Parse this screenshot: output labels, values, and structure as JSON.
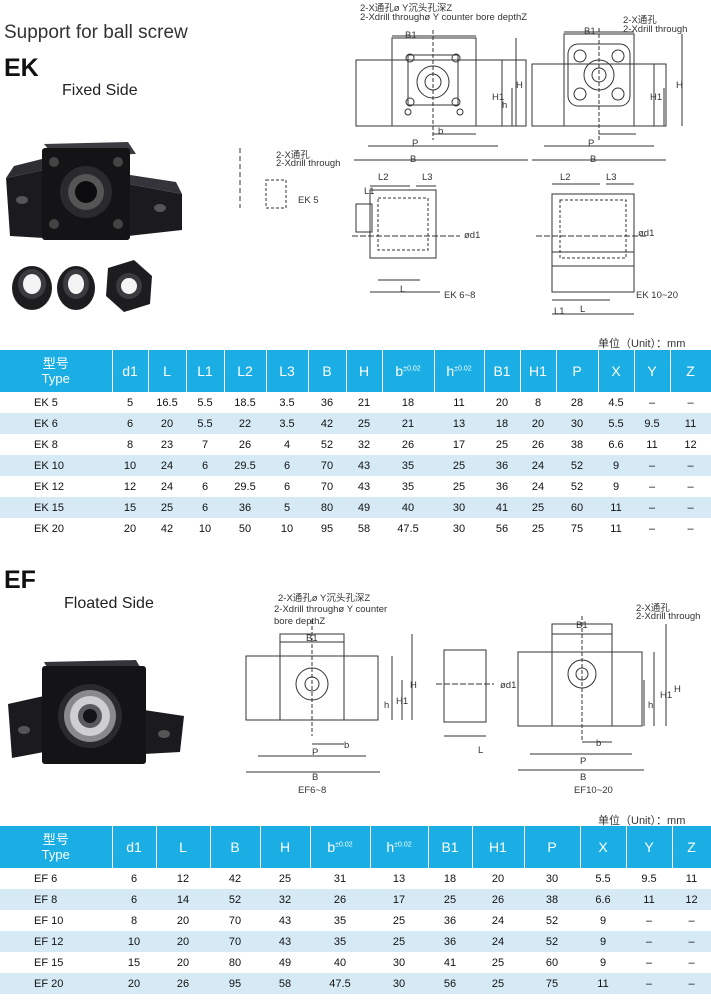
{
  "page": {
    "title": "Support for ball screw",
    "unit_label": "单位（Unit）：mm"
  },
  "ek": {
    "heading": "EK",
    "subtitle": "Fixed Side",
    "labels": {
      "hole_cn_cb": "2-X通孔ø Y沉头孔深Z",
      "hole_en_cb": "2-Xdrill throughø Y counter bore depthZ",
      "hole_cn": "2-X通孔",
      "hole_en": "2-Xdrill through",
      "ek5": "EK 5",
      "ek68": "EK 6~8",
      "ek1020": "EK 10~20"
    },
    "columns": [
      "型号 Type",
      "d1",
      "L",
      "L1",
      "L2",
      "L3",
      "B",
      "H",
      "b±0.02",
      "h±0.02",
      "B1",
      "H1",
      "P",
      "X",
      "Y",
      "Z"
    ],
    "rows": [
      [
        "EK  5",
        "5",
        "16.5",
        "5.5",
        "18.5",
        "3.5",
        "36",
        "21",
        "18",
        "11",
        "20",
        "8",
        "28",
        "4.5",
        "–",
        "–"
      ],
      [
        "EK  6",
        "6",
        "20",
        "5.5",
        "22",
        "3.5",
        "42",
        "25",
        "21",
        "13",
        "18",
        "20",
        "30",
        "5.5",
        "9.5",
        "11"
      ],
      [
        "EK  8",
        "8",
        "23",
        "7",
        "26",
        "4",
        "52",
        "32",
        "26",
        "17",
        "25",
        "26",
        "38",
        "6.6",
        "11",
        "12"
      ],
      [
        "EK  10",
        "10",
        "24",
        "6",
        "29.5",
        "6",
        "70",
        "43",
        "35",
        "25",
        "36",
        "24",
        "52",
        "9",
        "–",
        "–"
      ],
      [
        "EK  12",
        "12",
        "24",
        "6",
        "29.5",
        "6",
        "70",
        "43",
        "35",
        "25",
        "36",
        "24",
        "52",
        "9",
        "–",
        "–"
      ],
      [
        "EK  15",
        "15",
        "25",
        "6",
        "36",
        "5",
        "80",
        "49",
        "40",
        "30",
        "41",
        "25",
        "60",
        "11",
        "–",
        "–"
      ],
      [
        "EK  20",
        "20",
        "42",
        "10",
        "50",
        "10",
        "95",
        "58",
        "47.5",
        "30",
        "56",
        "25",
        "75",
        "11",
        "–",
        "–"
      ]
    ]
  },
  "ef": {
    "heading": "EF",
    "subtitle": "Floated Side",
    "labels": {
      "hole_cn_cb": "2-X通孔ø Y沉头孔深Z",
      "hole_en_cb1": "2-Xdrill throughø Y counter",
      "hole_en_cb2": "bore depthZ",
      "hole_cn": "2-X通孔",
      "hole_en": "2-Xdrill through",
      "ef68": "EF6~8",
      "ef1020": "EF10~20"
    },
    "columns": [
      "型号 Type",
      "d1",
      "L",
      "B",
      "H",
      "b±0.02",
      "h±0.02",
      "B1",
      "H1",
      "P",
      "X",
      "Y",
      "Z"
    ],
    "rows": [
      [
        "EF  6",
        "6",
        "12",
        "42",
        "25",
        "31",
        "13",
        "18",
        "20",
        "30",
        "5.5",
        "9.5",
        "11"
      ],
      [
        "EF  8",
        "6",
        "14",
        "52",
        "32",
        "26",
        "17",
        "25",
        "26",
        "38",
        "6.6",
        "11",
        "12"
      ],
      [
        "EF  10",
        "8",
        "20",
        "70",
        "43",
        "35",
        "25",
        "36",
        "24",
        "52",
        "9",
        "–",
        "–"
      ],
      [
        "EF  12",
        "10",
        "20",
        "70",
        "43",
        "35",
        "25",
        "36",
        "24",
        "52",
        "9",
        "–",
        "–"
      ],
      [
        "EF  15",
        "15",
        "20",
        "80",
        "49",
        "40",
        "30",
        "41",
        "25",
        "60",
        "9",
        "–",
        "–"
      ],
      [
        "EF  20",
        "20",
        "26",
        "95",
        "58",
        "47.5",
        "30",
        "56",
        "25",
        "75",
        "11",
        "–",
        "–"
      ]
    ]
  },
  "dims": {
    "B1": "B1",
    "H": "H",
    "H1": "H1",
    "h": "h",
    "P": "P",
    "b": "b",
    "B": "B",
    "L": "L",
    "L1": "L1",
    "L2": "L2",
    "L3": "L3",
    "d1": "ød1"
  },
  "colors": {
    "header_blue": "#1aaee5",
    "row_stripe": "#d6eaf6",
    "block_black": "#1b1b1f"
  }
}
